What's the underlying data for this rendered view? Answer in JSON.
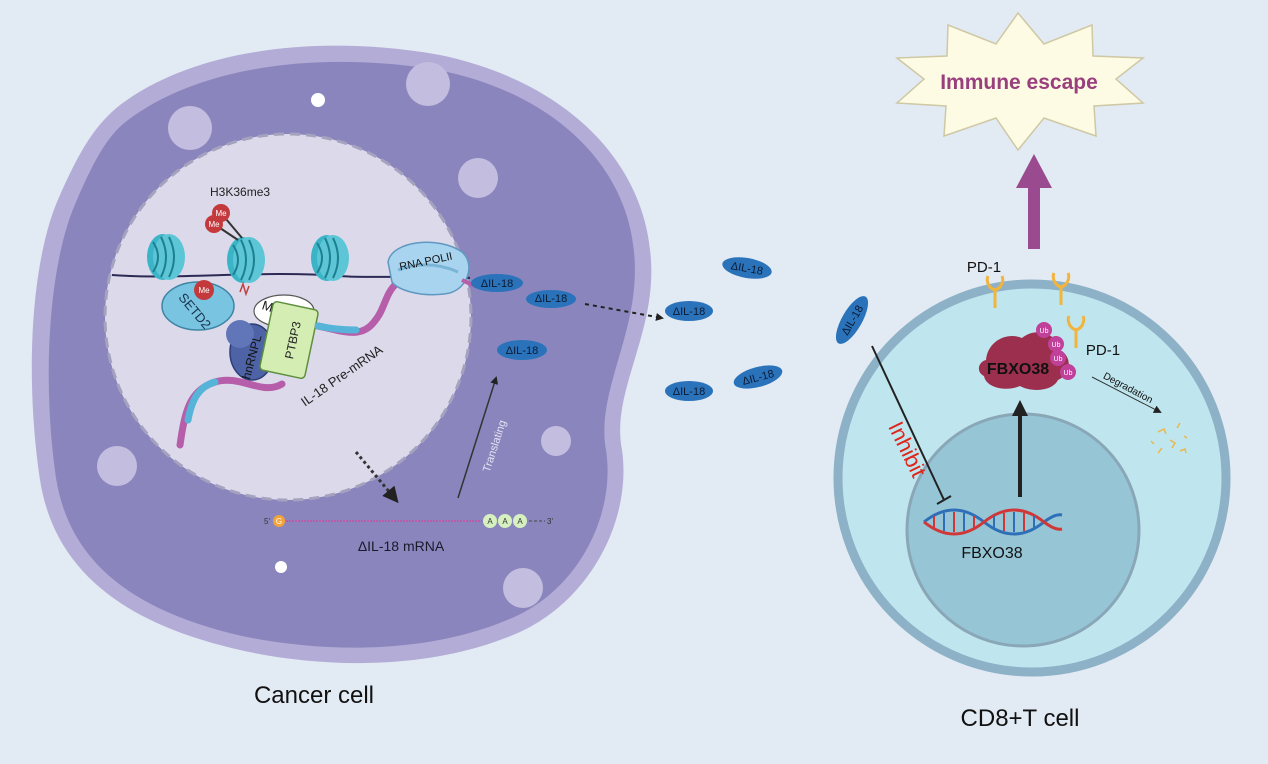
{
  "labels": {
    "cancer_cell": "Cancer cell",
    "cd8_t_cell": "CD8+T cell",
    "immune_escape": "Immune escape",
    "h3k36me3": "H3K36me3",
    "me": "Me",
    "setd2": "SETD2",
    "mrg15": "MRG15",
    "hnrnpl": "hnRNPL",
    "ptbp3": "PTBP3",
    "rna_pol": "RNA POLII",
    "pre_mrna": "IL-18 Pre-mRNA",
    "translating": "Translating",
    "mrna": "ΔIL-18 mRNA",
    "five_prime": "5'",
    "three_prime": "3'",
    "cap": "G",
    "poly_a": "A",
    "delta_il18": "ΔIL-18",
    "pd1": "PD-1",
    "ub": "Ub",
    "fbxo38_protein": "FBXO38",
    "fbxo38_gene": "FBXO38",
    "degradation": "Degradation",
    "inhibit": "Inhibit"
  },
  "colors": {
    "background": "#e2eaf3",
    "cell_body": "#8a86bd",
    "cell_membrane": "#b3acd6",
    "nucleus": "#dcdaea",
    "nucleosome": "#3cb4c7",
    "pre_mrna_blue": "#56b4d9",
    "pre_mrna_pink": "#b65ea9",
    "delta_il18": "#2a73bb",
    "t_cell": "#bfe6ee",
    "t_cell_membrane": "#8db1c6",
    "t_nucleus": "#96c6d6",
    "fbxo38": "#9c2f4e",
    "ub": "#c0409a",
    "pd1": "#f2b43c",
    "escape_arrow": "#9a4a8e",
    "escape_text": "#9a3f7d",
    "inhibit_text": "#e0241b",
    "methyl": "#c43a3c"
  }
}
